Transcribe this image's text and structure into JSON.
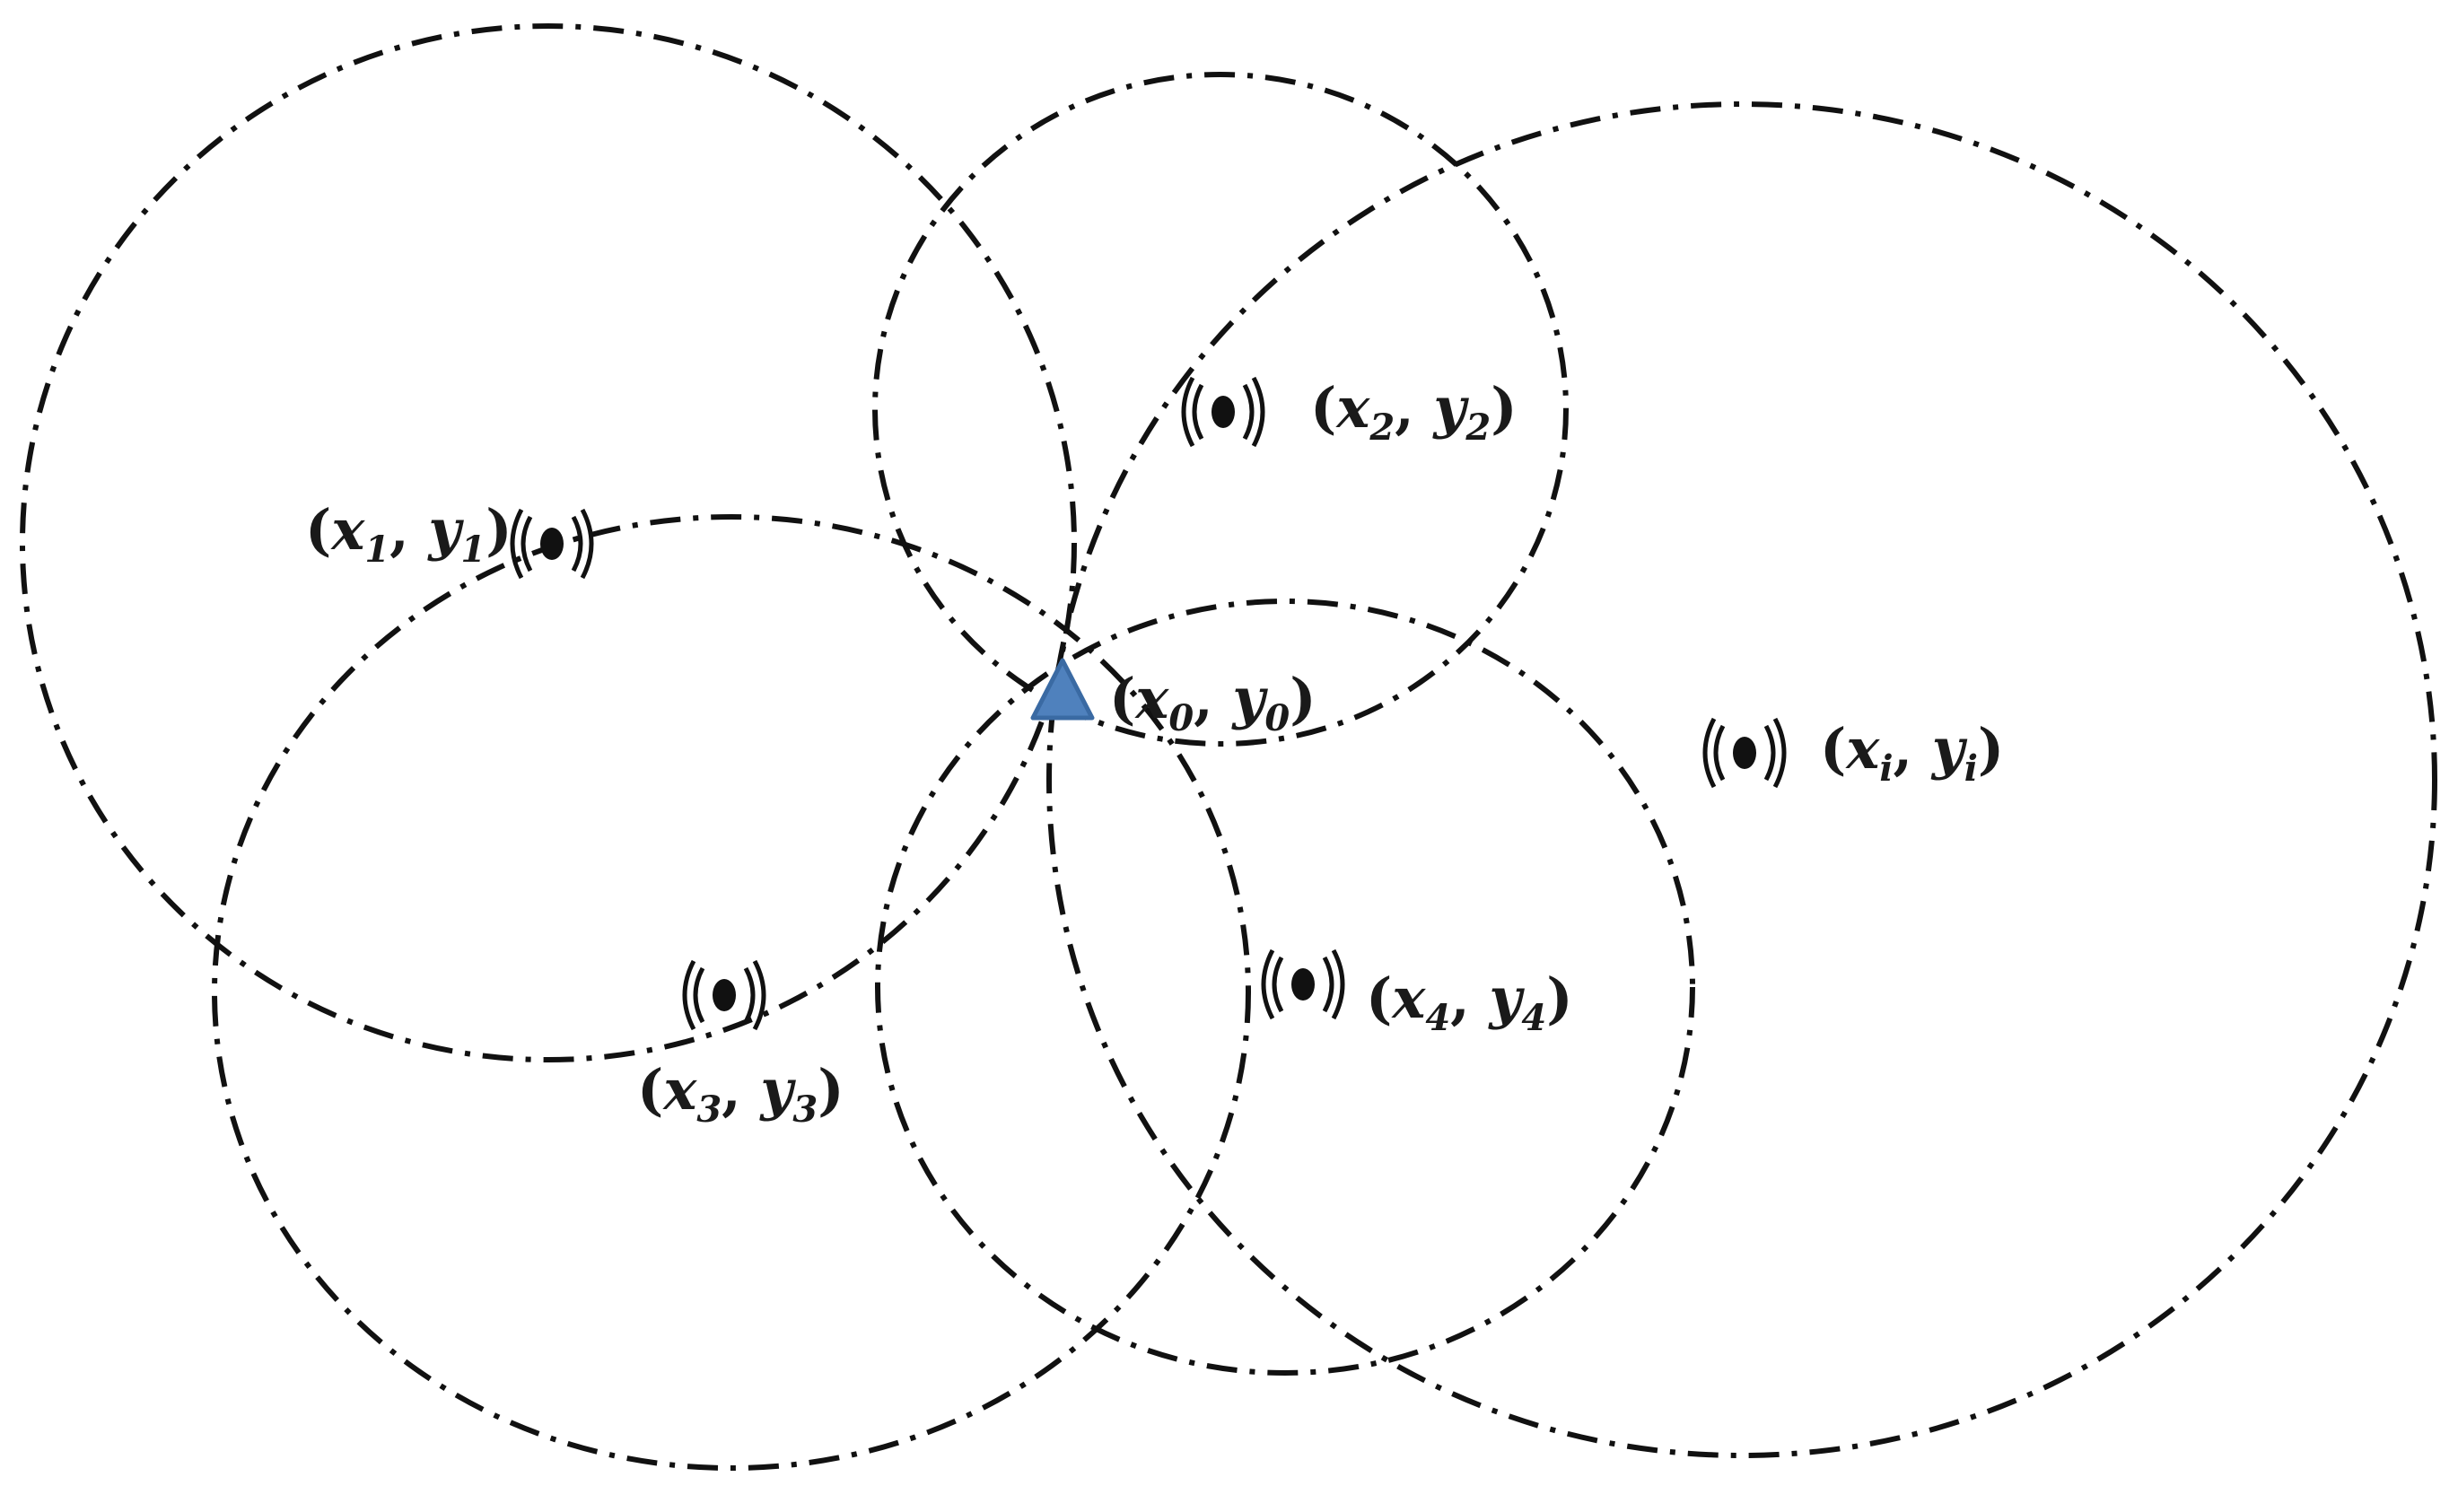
{
  "diagram": {
    "target": {
      "label": {
        "x": "x",
        "x_sub": "0",
        "y": "y",
        "y_sub": "0"
      },
      "color": "#4f81bd",
      "edge_color": "#3a6aa3"
    },
    "anchors": [
      {
        "id": "1",
        "label": {
          "x": "x",
          "x_sub": "1",
          "y": "y",
          "y_sub": "1"
        }
      },
      {
        "id": "2",
        "label": {
          "x": "x",
          "x_sub": "2",
          "y": "y",
          "y_sub": "2"
        }
      },
      {
        "id": "3",
        "label": {
          "x": "x",
          "x_sub": "3",
          "y": "y",
          "y_sub": "3"
        }
      },
      {
        "id": "4",
        "label": {
          "x": "x",
          "x_sub": "4",
          "y": "y",
          "y_sub": "4"
        }
      },
      {
        "id": "i",
        "label": {
          "x": "x",
          "x_sub": "i",
          "y": "y",
          "y_sub": "i"
        }
      }
    ],
    "circle_line_style": "dash-dot",
    "line_color": "#111111",
    "icon": "radio-transmitter-icon"
  }
}
